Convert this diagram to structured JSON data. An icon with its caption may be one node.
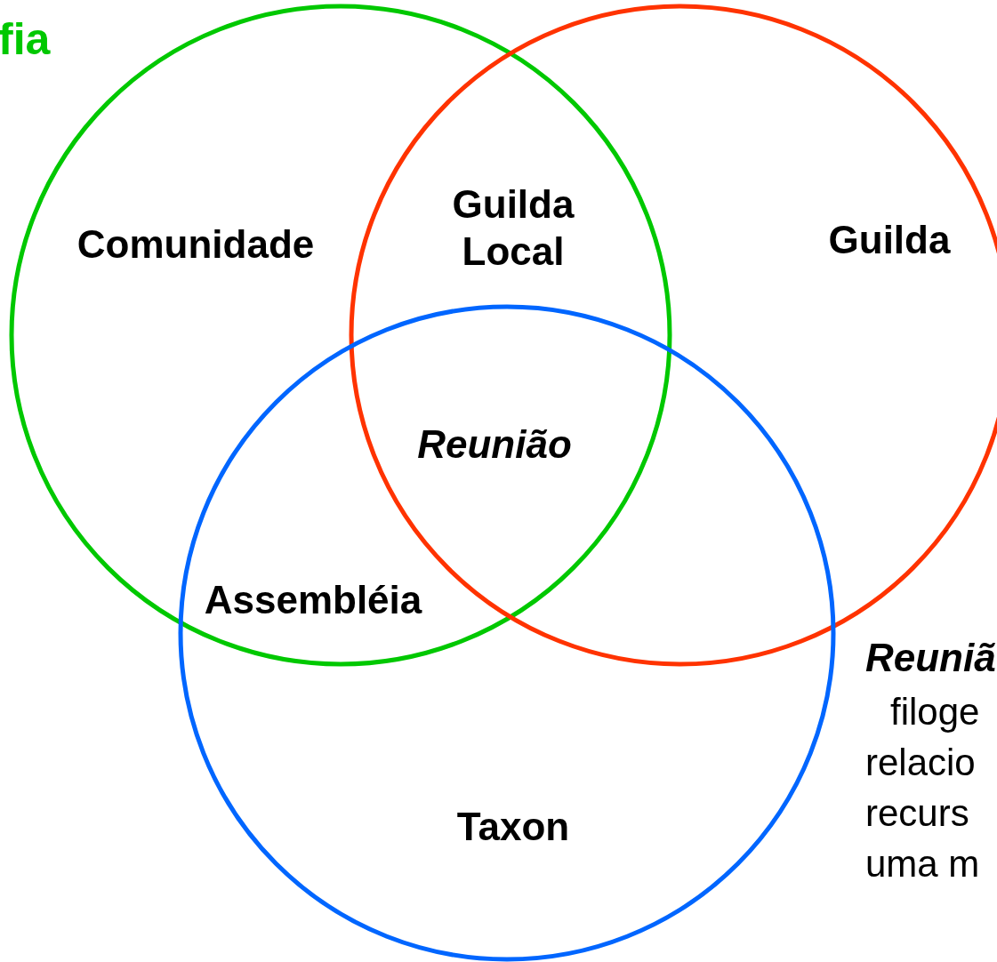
{
  "diagram": {
    "nodes": [
      {
        "text": [
          "Comunidade"
        ]
      },
      {
        "text": [
          "Guilda"
        ]
      },
      {
        "text": [
          "Taxon"
        ]
      }
    ],
    "labels": [
      "fia",
      "Guilda Local",
      "Reunião",
      "Assembléia",
      "Reuniã",
      "filoge relacio recurs uma m"
    ]
  }
}
